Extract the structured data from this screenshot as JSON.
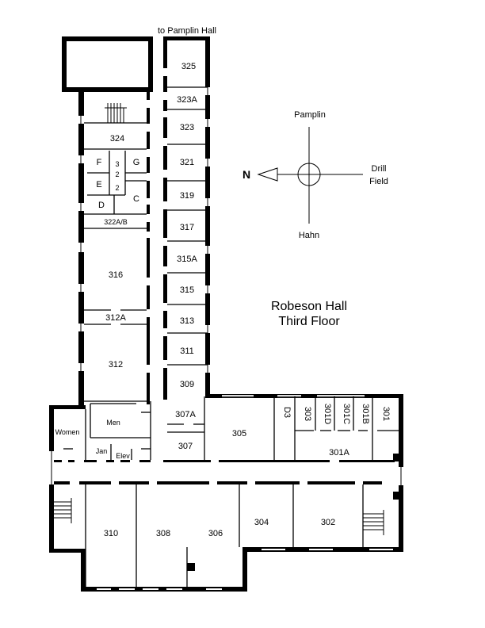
{
  "title": {
    "line1": "Robeson Hall",
    "line2": "Third Floor"
  },
  "connector": "to Pamplin Hall",
  "compass": {
    "north": "N",
    "top": "Pamplin",
    "bottom": "Hahn",
    "right_line1": "Drill",
    "right_line2": "Field"
  },
  "rooms": {
    "r325": "325",
    "r323A": "323A",
    "r323": "323",
    "r321": "321",
    "r319": "319",
    "r317": "317",
    "r315A": "315A",
    "r315": "315",
    "r313": "313",
    "r311": "311",
    "r309": "309",
    "r307A": "307A",
    "r307": "307",
    "r324": "324",
    "rF": "F",
    "rG": "G",
    "rE": "E",
    "rC": "C",
    "rD": "D",
    "r3": "3",
    "r2a": "2",
    "r2b": "2",
    "r322AB": "322A/B",
    "r316": "316",
    "r312A": "312A",
    "r312": "312",
    "rWomen": "Women",
    "rMen": "Men",
    "rJan": "Jan",
    "rElev": "Elev",
    "r305": "305",
    "rD3": "D3",
    "r303": "303",
    "r301D": "301D",
    "r301C": "301C",
    "r301B": "301B",
    "r301": "301",
    "r301A": "301A",
    "r310": "310",
    "r308": "308",
    "r306": "306",
    "r304": "304",
    "r302": "302"
  }
}
